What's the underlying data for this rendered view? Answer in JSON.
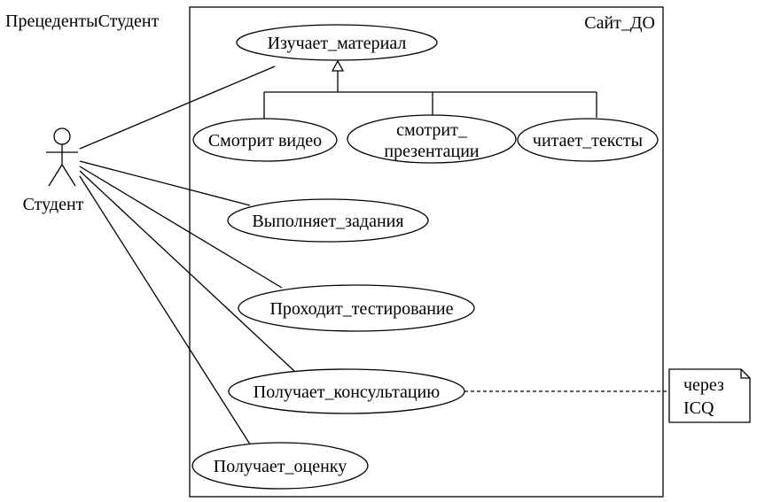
{
  "diagram": {
    "title": "ПрецедентыСтудент",
    "system_name": "Сайт_ДО",
    "actor": {
      "name": "Студент"
    },
    "use_cases": {
      "study_material": "Изучает_материал",
      "watch_video": "Смотрит видео",
      "watch_presentations": [
        "смотрит_",
        "презентации"
      ],
      "read_texts": "читает_тексты",
      "do_tasks": "Выполняет_задания",
      "take_test": "Проходит_тестирование",
      "get_consultation": "Получает_консультацию",
      "get_grade": "Получает_оценку"
    },
    "note": [
      "через",
      "ICQ"
    ]
  }
}
